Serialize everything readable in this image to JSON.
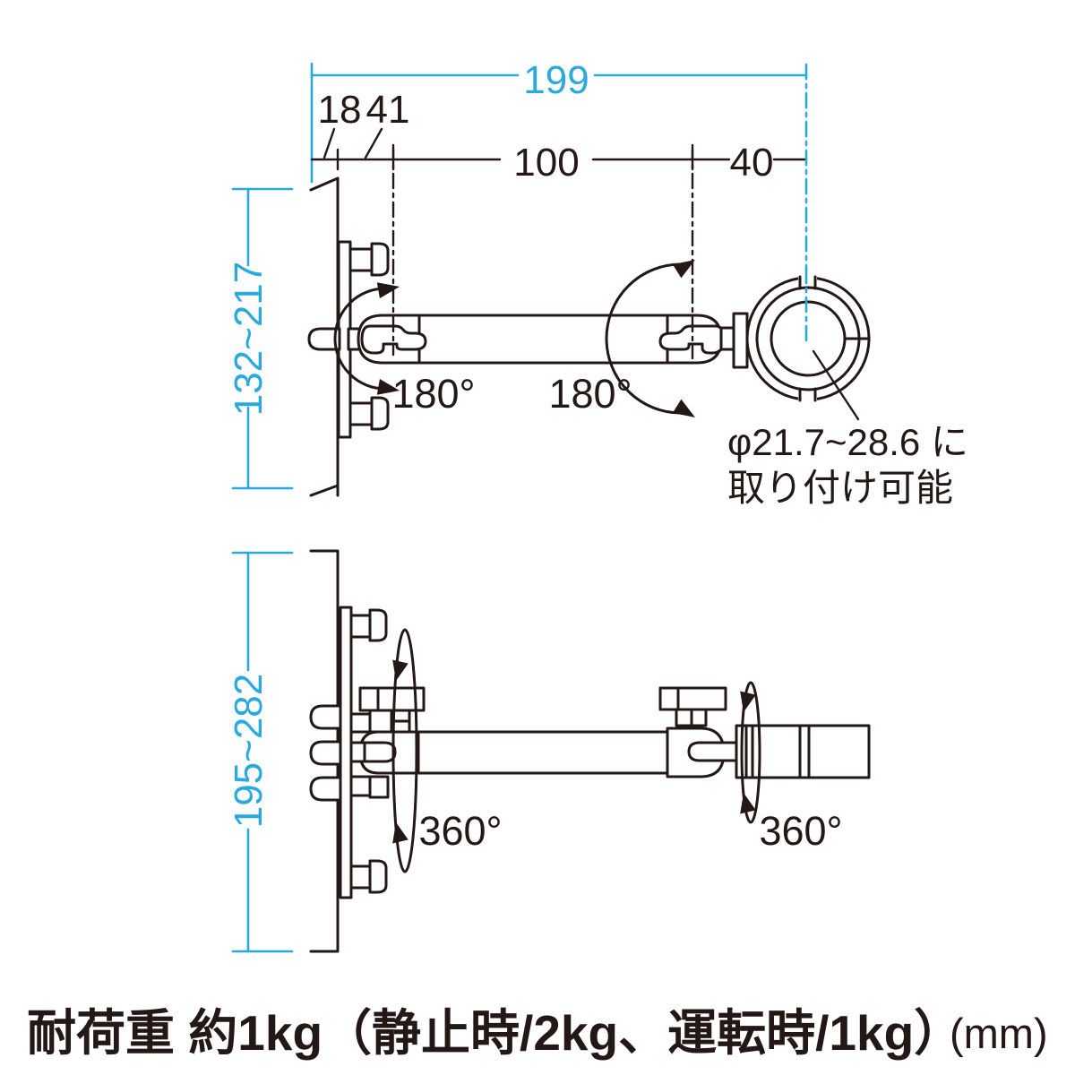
{
  "colors": {
    "accent_cyan": "#29a9e0",
    "line_ink": "#231815",
    "background": "#ffffff"
  },
  "top_view": {
    "dim_total": "199",
    "dim_wall_thickness": "18",
    "dim_bracket_depth": "41",
    "dim_arm_span": "100",
    "dim_clamp_span": "40",
    "dim_height_range": "132~217",
    "joint1_rotation": "180°",
    "joint2_rotation": "180°",
    "clamp_note_line1": "φ21.7~28.6 に",
    "clamp_note_line2": "取り付け可能"
  },
  "side_view": {
    "dim_height_range": "195~282",
    "base_rotation": "360°",
    "end_rotation": "360°"
  },
  "footer": {
    "load_capacity": "耐荷重 約1kg（静止時/2kg、運転時/1kg）",
    "unit": "(mm)"
  }
}
